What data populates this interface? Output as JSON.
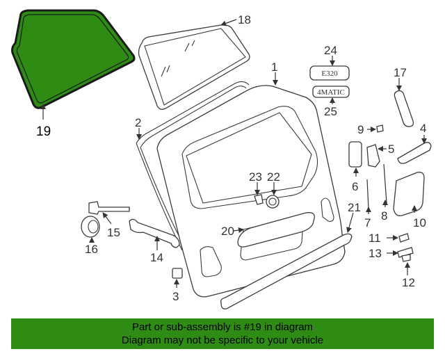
{
  "colors": {
    "highlight": "#2e8b14",
    "banner_bg": "#2e8b14",
    "line": "#3a3a3a"
  },
  "emblems": {
    "model": "E320",
    "drive": "4MATIC"
  },
  "callouts": [
    {
      "id": "c19",
      "label": "19"
    },
    {
      "id": "c18",
      "label": "18"
    },
    {
      "id": "c24",
      "label": "24"
    },
    {
      "id": "c25",
      "label": "25"
    },
    {
      "id": "c17",
      "label": "17"
    },
    {
      "id": "c1",
      "label": "1"
    },
    {
      "id": "c2",
      "label": "2"
    },
    {
      "id": "c9",
      "label": "9"
    },
    {
      "id": "c4",
      "label": "4"
    },
    {
      "id": "c5",
      "label": "5"
    },
    {
      "id": "c23",
      "label": "23"
    },
    {
      "id": "c22",
      "label": "22"
    },
    {
      "id": "c6",
      "label": "6"
    },
    {
      "id": "c7",
      "label": "7"
    },
    {
      "id": "c8",
      "label": "8"
    },
    {
      "id": "c10",
      "label": "10"
    },
    {
      "id": "c21",
      "label": "21"
    },
    {
      "id": "c15",
      "label": "15"
    },
    {
      "id": "c16",
      "label": "16"
    },
    {
      "id": "c20",
      "label": "20"
    },
    {
      "id": "c14",
      "label": "14"
    },
    {
      "id": "c11",
      "label": "11"
    },
    {
      "id": "c13",
      "label": "13"
    },
    {
      "id": "c12",
      "label": "12"
    },
    {
      "id": "c3",
      "label": "3"
    }
  ],
  "banner": {
    "line1": "Part or sub-assembly is #19 in diagram",
    "line2": "Diagram may not be specific to your vehicle"
  }
}
